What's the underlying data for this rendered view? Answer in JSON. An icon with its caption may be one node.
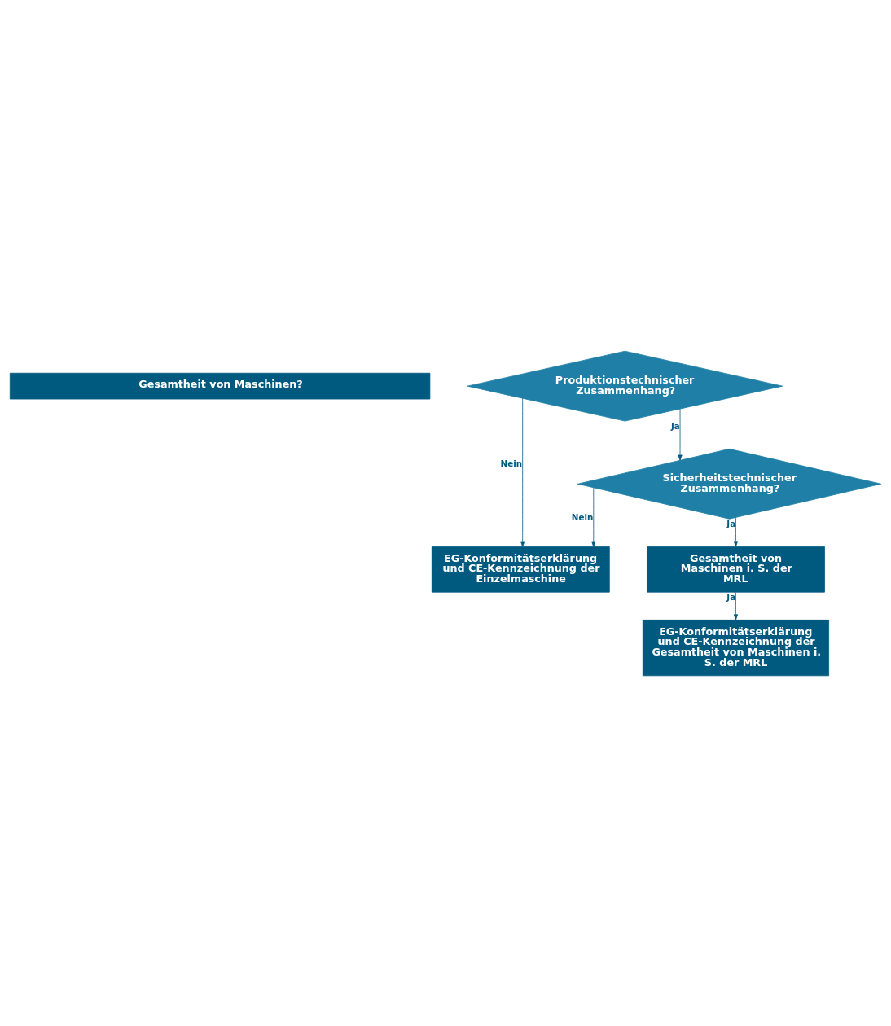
{
  "diagram": {
    "nodes": [
      {
        "text": [
          "Gesamtheit von Maschinen?"
        ]
      },
      {
        "text": [
          "Produktionstechnischer Zusammenhang?"
        ]
      },
      {
        "text": [
          "EG-Konformitätserklärung und CE-Kennzeichnung der Einzelmaschine"
        ]
      },
      {
        "text": [
          "Sicherheitstechnischer Zusammenhang?"
        ]
      },
      {
        "text": [
          "Gesamtheit von Maschinen i. S. der MRL"
        ]
      },
      {
        "text": [
          "EG-Konformitätserklärung und CE-Kennzeichnung der Gesamtheit von Maschinen i. S. der MRL"
        ]
      }
    ],
    "edges": [
      {
        "from": 1,
        "to": 2,
        "arrow": "to",
        "label": "Nein"
      },
      {
        "from": 1,
        "to": 3,
        "arrow": "to",
        "label": "Ja"
      },
      {
        "from": 3,
        "to": 2,
        "arrow": "to",
        "label": "Nein"
      },
      {
        "from": 3,
        "to": 4,
        "arrow": "to",
        "label": "Ja"
      },
      {
        "from": 4,
        "to": 5,
        "arrow": "to",
        "label": "Ja"
      }
    ]
  }
}
